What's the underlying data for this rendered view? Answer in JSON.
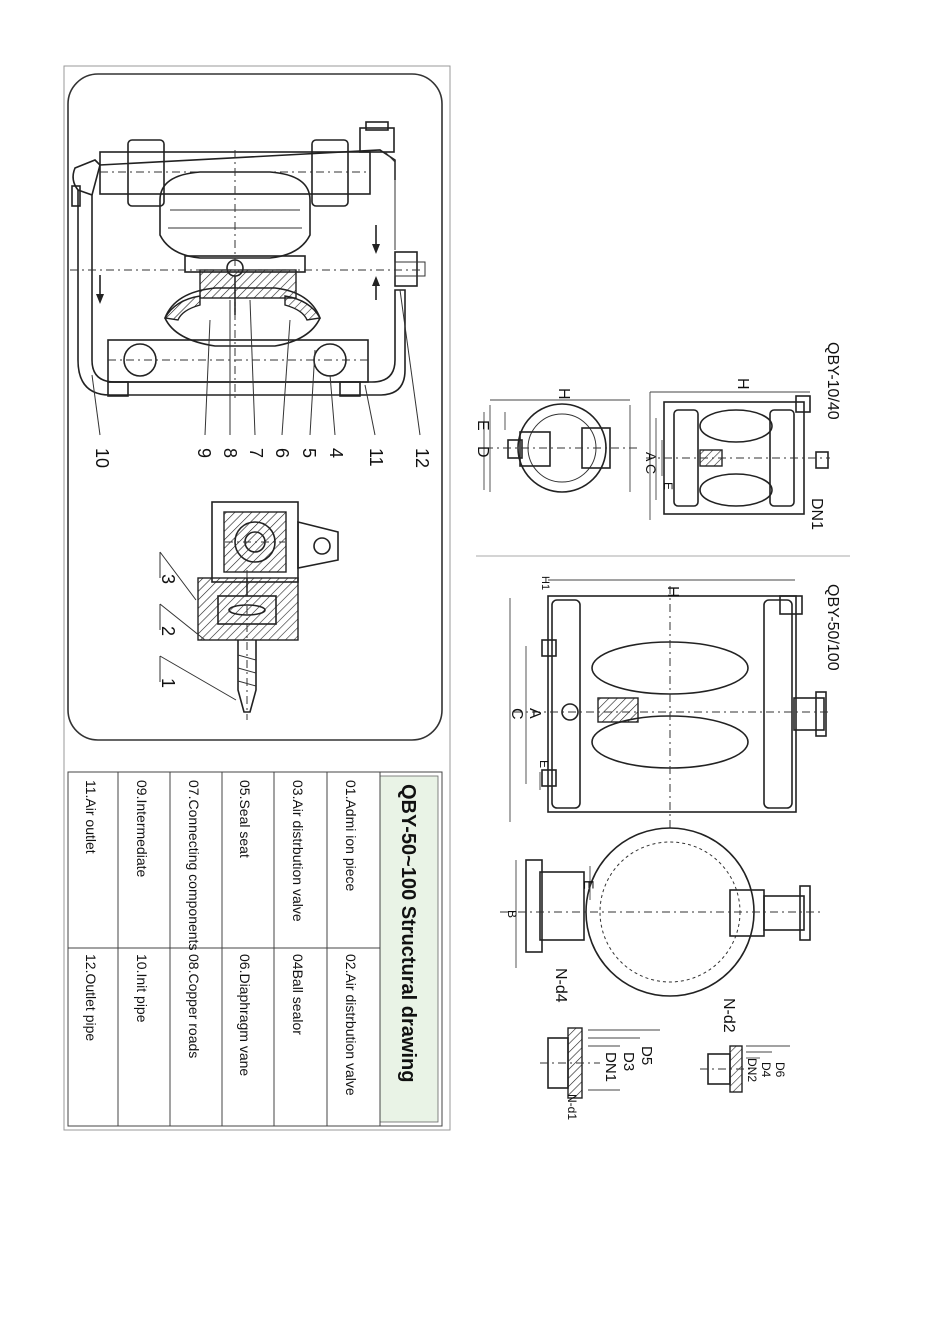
{
  "left_panel": {
    "callouts": [
      "10",
      "9",
      "8",
      "7",
      "6",
      "5",
      "4",
      "11",
      "12"
    ],
    "valve_callouts": [
      "3",
      "2",
      "1"
    ]
  },
  "parts_table": {
    "title": "QBY-50~100  Structural drawing",
    "rows": [
      [
        "01.Admi ion piece",
        "02.Air distrbution valve"
      ],
      [
        "03.Air distrbution valve",
        "04Ball sealor"
      ],
      [
        "05.Seal seat",
        "06.Diaphragm vane"
      ],
      [
        "07.Connecting components",
        "08.Copper roads"
      ],
      [
        "09.Intermediate",
        "10.Init pipe"
      ],
      [
        "11.Air outlet",
        "12.Outlet pipe"
      ]
    ]
  },
  "right_panel": {
    "model_top": "QBY-10/40",
    "model_bottom": "QBY-50/100",
    "top_dims": {
      "H1": "H",
      "H2": "H",
      "E1": "E",
      "D1": "D",
      "A": "A",
      "C": "C",
      "E2": "E",
      "DN": "DN1"
    },
    "bottom_dims": {
      "H1": "H1",
      "H": "H",
      "A": "A",
      "C": "C",
      "E": "E",
      "E2": "E",
      "B": "B",
      "Nd4": "N-d4",
      "Nd2": "N-d2"
    },
    "flange1": [
      "D5",
      "D3",
      "DN1",
      "N-d1"
    ],
    "flange2": [
      "D6",
      "D4",
      "DN2"
    ]
  },
  "colors": {
    "title_bg": "#e9f3e6",
    "line": "#222222",
    "frame": "#555555"
  }
}
